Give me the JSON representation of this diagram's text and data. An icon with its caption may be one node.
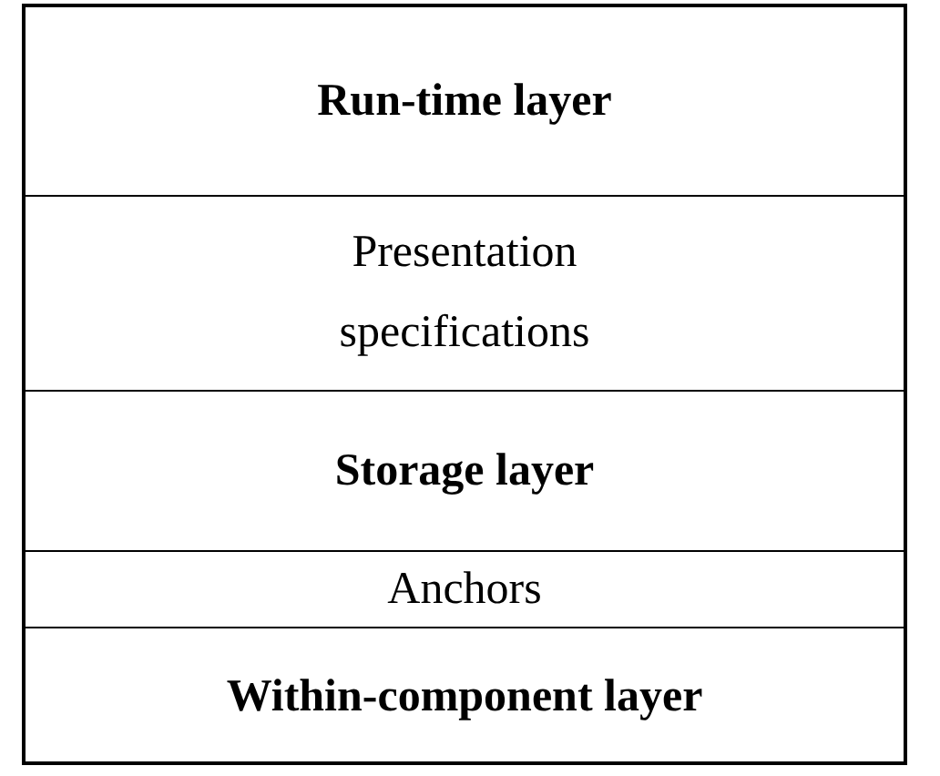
{
  "diagram": {
    "nodes": [
      {
        "text": [
          "Run-time layer"
        ]
      },
      {
        "text": [
          "Presentation specifications"
        ]
      },
      {
        "text": [
          "Storage layer"
        ]
      },
      {
        "text": [
          "Anchors"
        ]
      },
      {
        "text": [
          "Within-component layer"
        ]
      }
    ]
  }
}
